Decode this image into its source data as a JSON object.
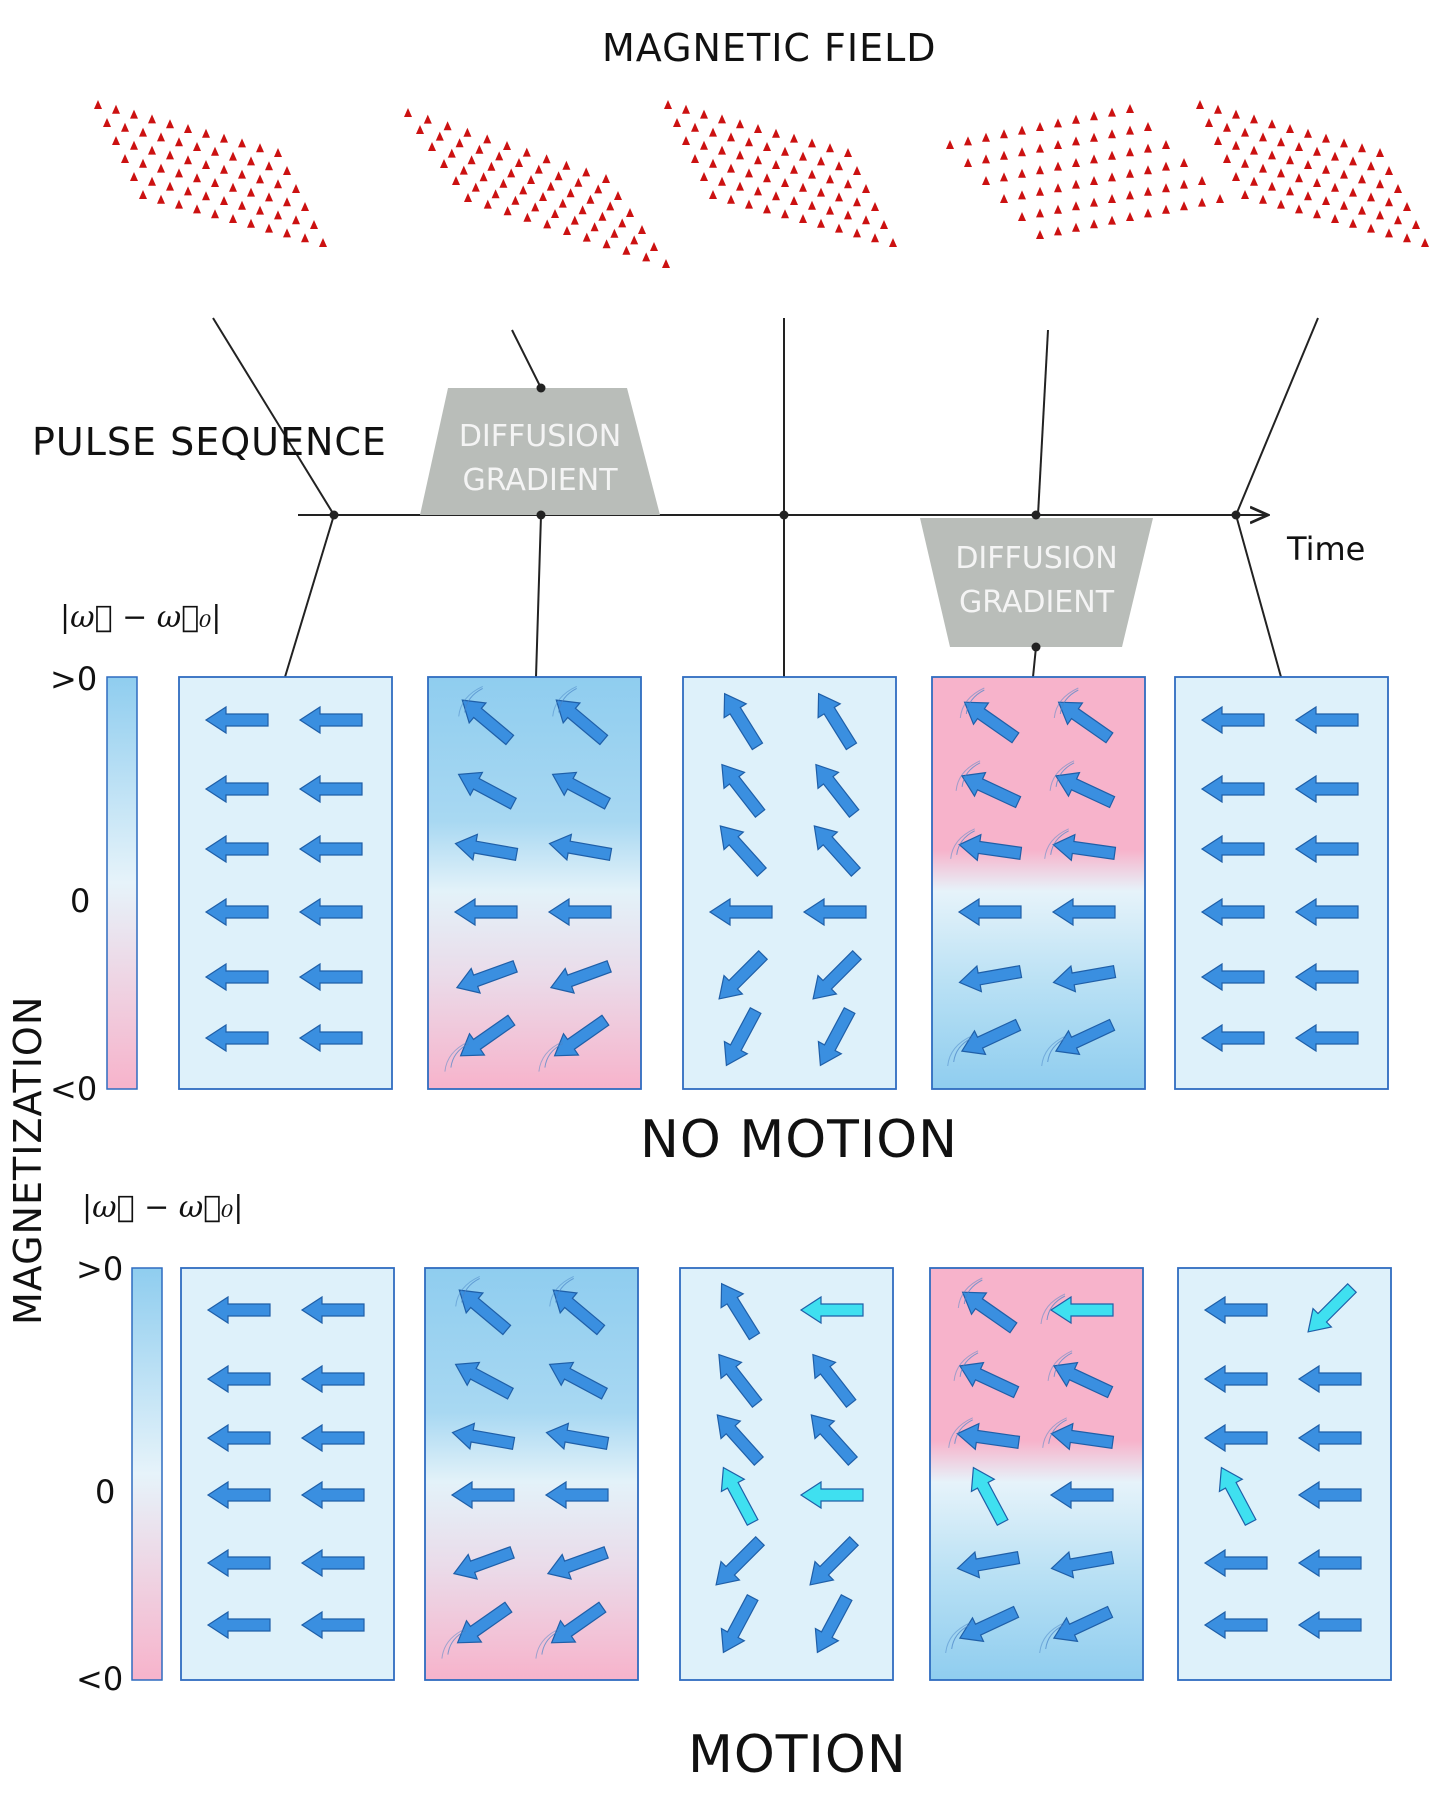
{
  "title": "MAGNETIC FIELD",
  "pulse_sequence_label": "PULSE SEQUENCE",
  "time_label": "Time",
  "gradient_label_line1": "DIFFUSION",
  "gradient_label_line2": "GRADIENT",
  "side_label": "MAGNETIZATION",
  "omega_label": "|ω⃗ − ω⃗₀|",
  "scale_top": ">0",
  "scale_mid": "0",
  "scale_bottom": "<0",
  "panel_rows": [
    {
      "caption": "NO MOTION"
    },
    {
      "caption": "MOTION"
    }
  ],
  "colors": {
    "field_arrow": "#cc1111",
    "spin_arrow": "#3a8fe0",
    "moved_spin_arrow": "#3fe0f0",
    "panel_border": "#2f6cc0",
    "panel_light": "#def1fa",
    "panel_blue": "#8fcdef",
    "panel_pink": "#f7b3cb",
    "gradient_box": "#b9bdb9"
  }
}
